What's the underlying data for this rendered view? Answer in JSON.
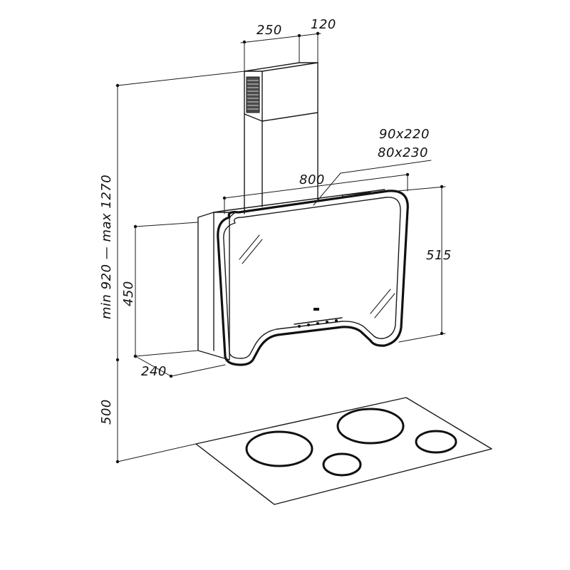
{
  "dimensions": {
    "chimney_width": "250",
    "chimney_depth": "120",
    "outlet_size_1": "90x220",
    "outlet_size_2": "80x230",
    "hood_width": "800",
    "height_range": "min 920 — max 1270",
    "hood_front_height": "515",
    "hood_body_height": "450",
    "hood_depth": "240",
    "hob_clearance": "500"
  },
  "colors": {
    "line": "#1a1a1a",
    "background": "#ffffff"
  }
}
